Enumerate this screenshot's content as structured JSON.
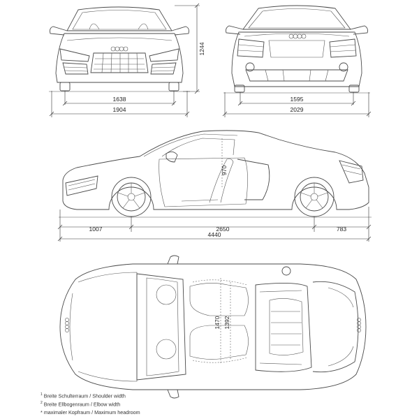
{
  "dimensions": {
    "front_track": "1638",
    "front_width": "1904",
    "height": "1244",
    "rear_track": "1595",
    "rear_width": "2029",
    "front_overhang": "1007",
    "wheelbase": "2650",
    "rear_overhang": "783",
    "length": "4440",
    "headroom": "970",
    "shoulder_width": "1470",
    "elbow_width": "1392"
  },
  "footnotes": [
    {
      "mark": "1",
      "text": "Breite Schulterraum / Shoulder width"
    },
    {
      "mark": "2",
      "text": "Breite Ellbogenraum / Elbow width"
    },
    {
      "mark": "*",
      "text": "maximaler Kopfraum / Maximum headroom"
    }
  ]
}
